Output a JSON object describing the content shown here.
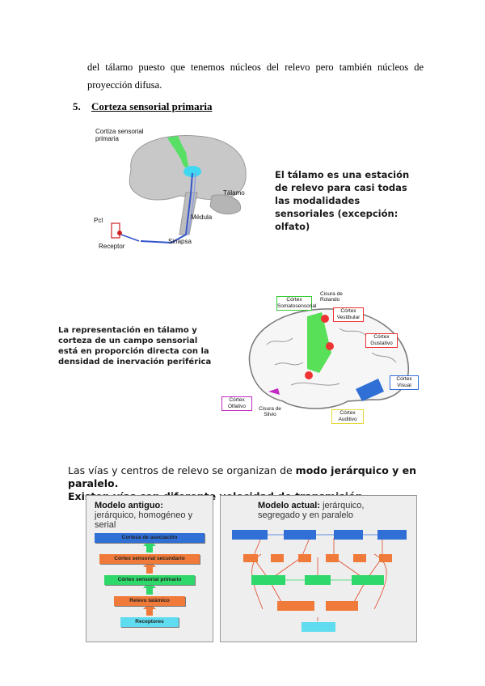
{
  "paragraph": "del tálamo puesto que tenemos núcleos del relevo pero también núcleos de proyección difusa.",
  "section": {
    "number": "5.",
    "title": "Corteza sensorial primaria"
  },
  "figure1": {
    "labels": {
      "cortex": "Cortiza sensorial primaria",
      "thalamus": "Tálamo",
      "medulla": "Médula",
      "pci": "Pcl",
      "receptor": "Receptor",
      "synapse": "Sinapsa"
    },
    "caption": "El tálamo es una estación de relevo para casi todas las modalidades sensoriales (excepción: olfato)"
  },
  "figure2": {
    "caption": "La representación en tálamo y corteza de un campo sensorial está en proporción directa con la densidad de inervación periférica",
    "labels": {
      "somato": "Córtex Somatosensorial",
      "rolando": "Cisura de Rolando",
      "vestibular": "Córtex Vestibular",
      "gustatory": "Córtex Gustativo",
      "visual": "Córtex Visual",
      "olfactory": "Córtex Olfativo",
      "sylvio": "Cisura de Silvio",
      "auditory": "Córtex Auditivo"
    }
  },
  "figure3": {
    "caption_normal": "Las vías y centros de relevo se organizan de ",
    "caption_bold1": "modo jerárquico y en paralelo.",
    "caption_line2": "Existen vías con diferente velocidad de transmisión.",
    "old_title_bold": "Modelo antiguo:",
    "old_title_rest": "jerárquico, homogéneo y serial",
    "old_boxes": [
      "Corteza de asociación",
      "Córtex sensorial secundario",
      "Córtex sensorial primario",
      "Relevo talámico",
      "Receptores"
    ],
    "new_title_bold": "Modelo actual:",
    "new_title_rest": "jerárquico, segregado y en paralelo"
  },
  "colors": {
    "blue": "#2f6fd6",
    "orange": "#f07a3a",
    "green": "#2fd86a",
    "cyan": "#5fdcf0"
  }
}
